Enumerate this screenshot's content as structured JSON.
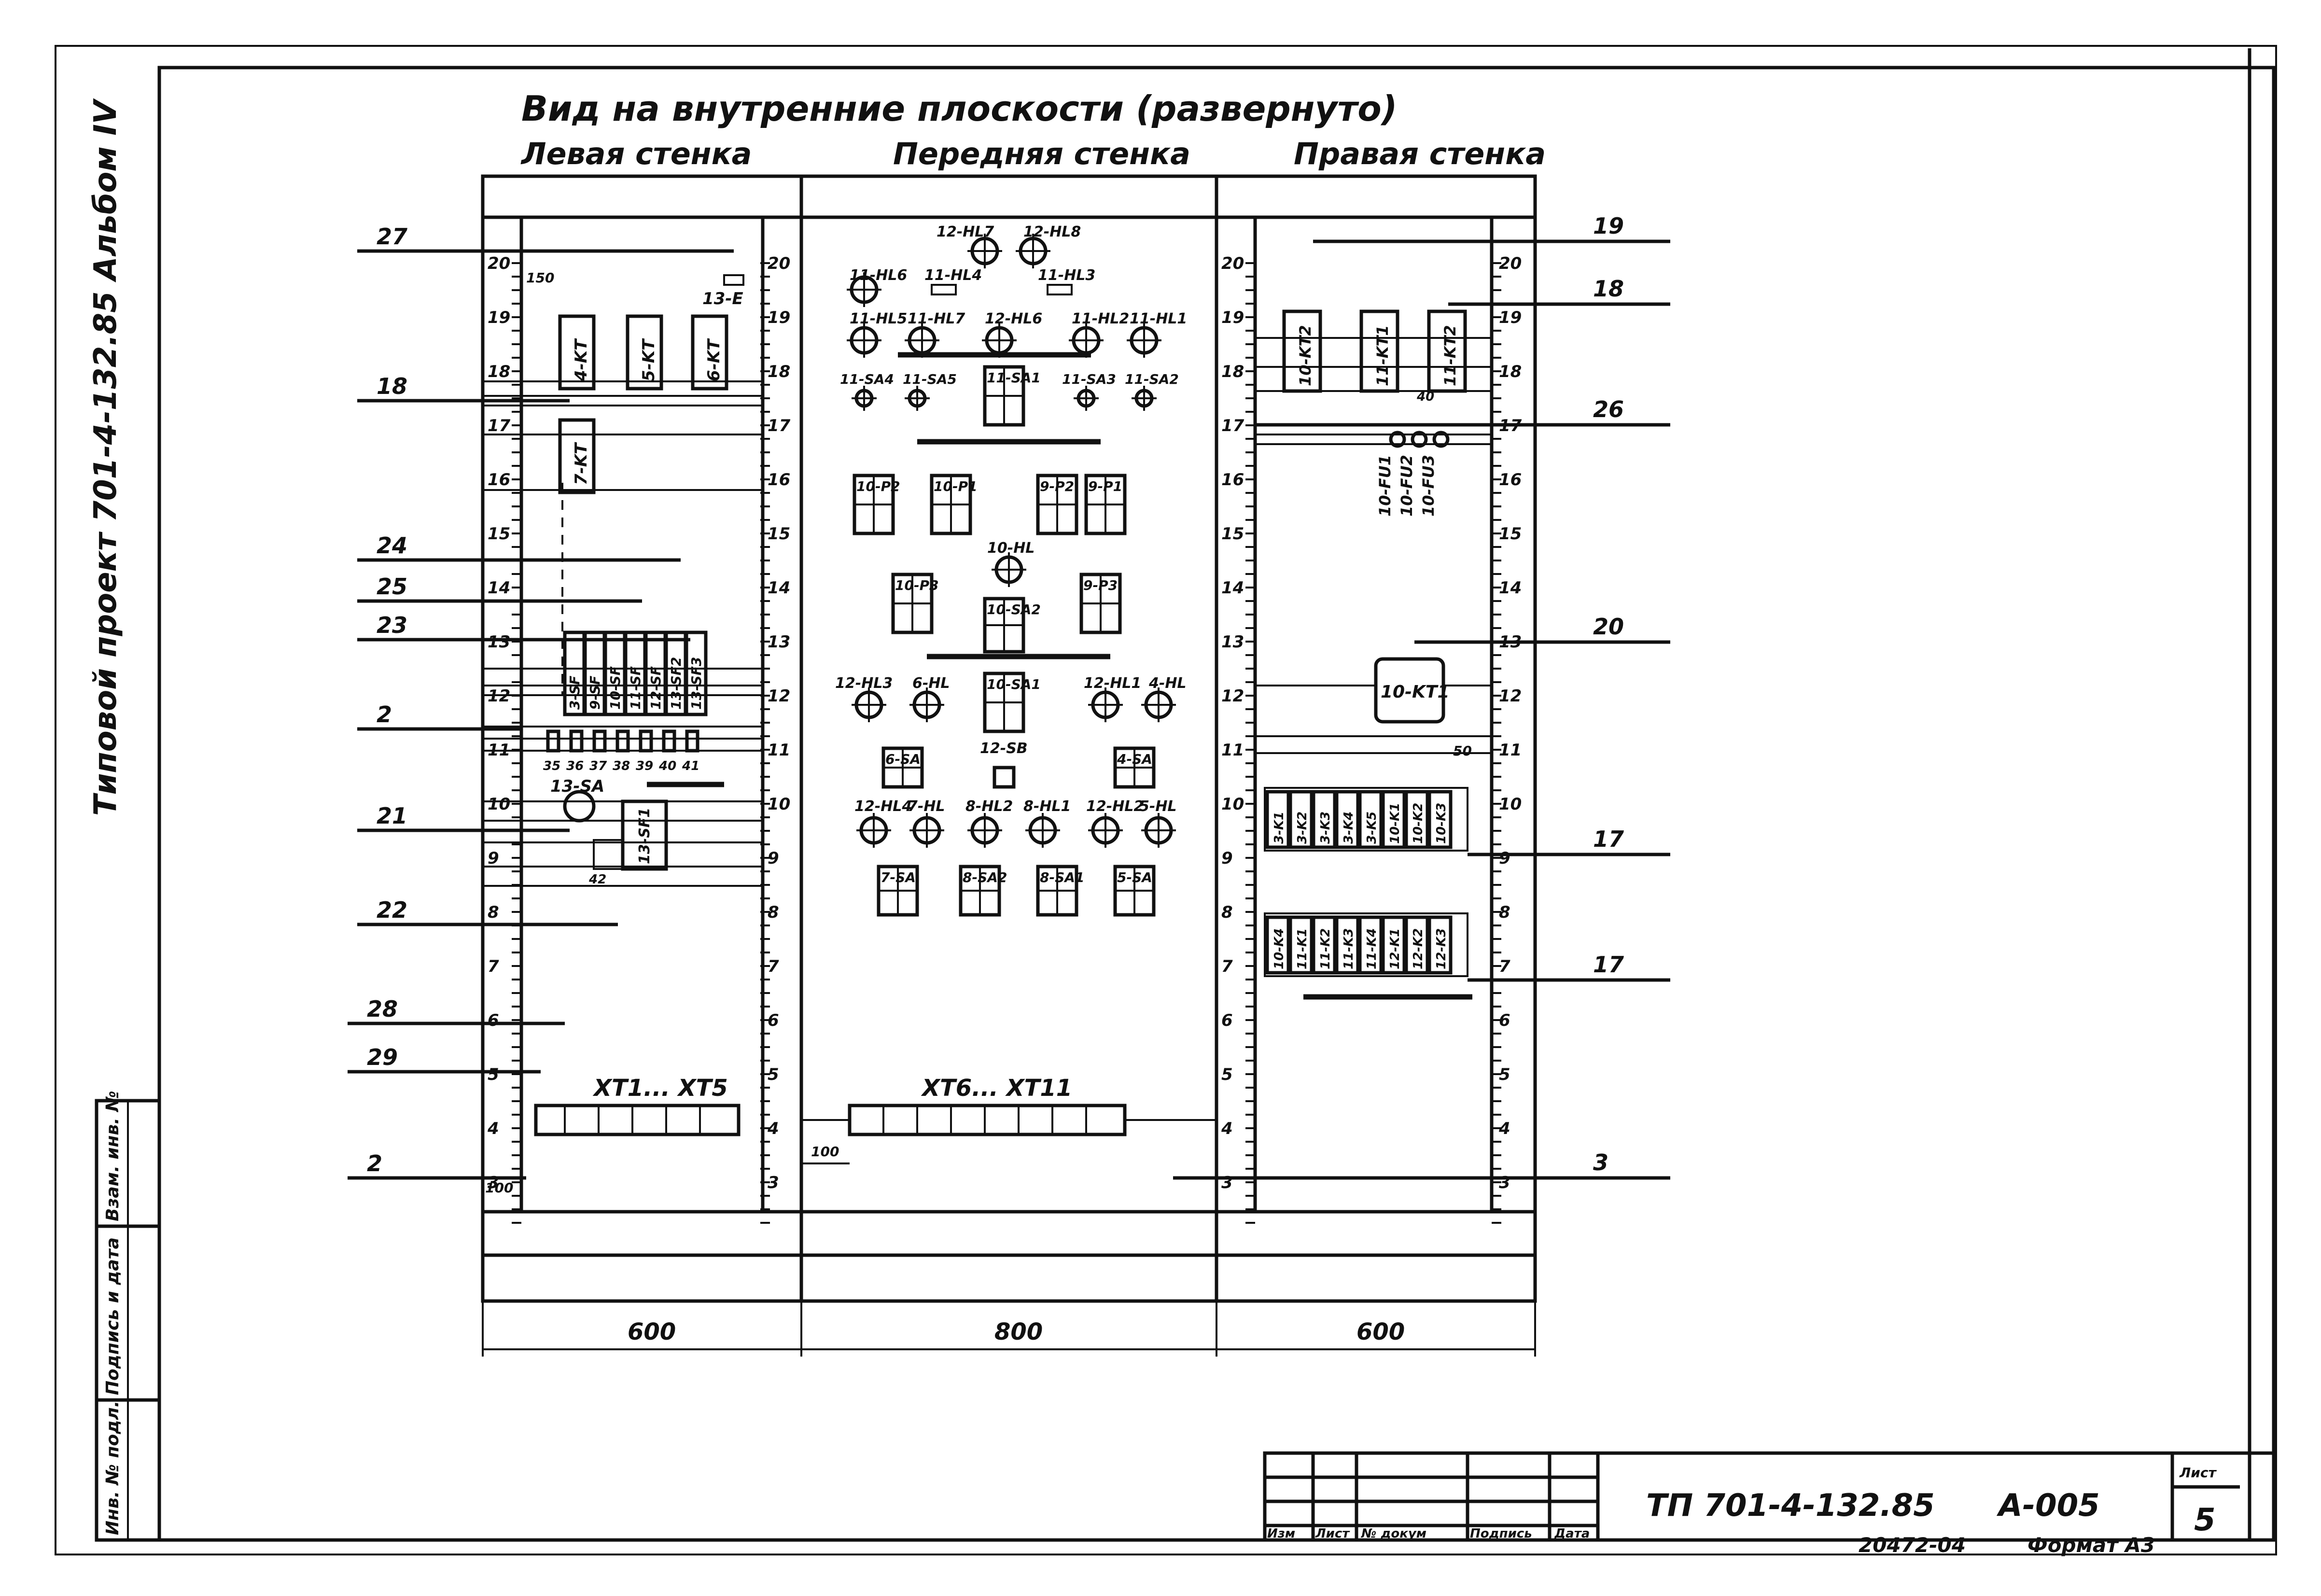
{
  "drawing": {
    "title": "Вид на внутренние плоскости (развернуто)",
    "side_label": "Типовой проект 701-4-132.85 Альбом IV",
    "walls": {
      "left": "Левая стенка",
      "front": "Передняя стенка",
      "right": "Правая стенка"
    },
    "dimensions": {
      "left": "600",
      "front": "800",
      "right": "600"
    },
    "scale_marks": [
      "20",
      "19",
      "18",
      "17",
      "16",
      "15",
      "14",
      "13",
      "12",
      "11",
      "10",
      "9",
      "8",
      "7",
      "6",
      "5",
      "4",
      "3"
    ],
    "small_dims": {
      "d150": "150",
      "d100": "100",
      "d50": "50",
      "d40": "40"
    },
    "terminals": {
      "left_strip": "XT1... XT5",
      "front_strip": "XT6... XT11"
    },
    "callouts_left": [
      "27",
      "18",
      "24",
      "25",
      "23",
      "2",
      "21",
      "22",
      "28",
      "29",
      "2"
    ],
    "callouts_right": [
      "19",
      "18",
      "26",
      "20",
      "17",
      "17",
      "3"
    ],
    "terminal_numbers": [
      "35",
      "36",
      "37",
      "38",
      "39",
      "40",
      "41",
      "42"
    ],
    "left_components": {
      "relays": [
        "4-KT",
        "5-KT",
        "6-KT",
        "7-KT"
      ],
      "fuse_label": "13-E",
      "switches": [
        "3-SF",
        "9-SF",
        "10-SF",
        "11-SF",
        "12-SF",
        "13-SF2",
        "13-SF3"
      ],
      "sa": "13-SA",
      "sf1": "13-SF1"
    },
    "front_components": {
      "row1": [
        "12-HL7",
        "12-HL8"
      ],
      "row2": [
        "11-HL6",
        "11-HL4",
        "11-HL3"
      ],
      "row3": [
        "11-HL5",
        "11-HL7",
        "12-HL6",
        "11-HL2",
        "11-HL1"
      ],
      "row4": [
        "11-SA4",
        "11-SA5",
        "11-SA1",
        "11-SA3",
        "11-SA2"
      ],
      "row5": [
        "10-P2",
        "10-P1",
        "9-P2",
        "9-P1"
      ],
      "hl": "10-HL",
      "row6": [
        "10-P3",
        "10-SA2",
        "9-P3"
      ],
      "row7": [
        "12-HL3",
        "6-HL",
        "10-SA1",
        "12-HL1",
        "4-HL"
      ],
      "row8": [
        "6-SA",
        "12-SB",
        "4-SA"
      ],
      "row9": [
        "12-HL4",
        "7-HL",
        "8-HL2",
        "8-HL1",
        "12-HL2",
        "5-HL"
      ],
      "row10": [
        "7-SA",
        "8-SA2",
        "8-SA1",
        "5-SA"
      ]
    },
    "right_components": {
      "relays": [
        "10-KT2",
        "11-KT1",
        "11-KT2"
      ],
      "fuses": [
        "10-FU1",
        "10-FU2",
        "10-FU3"
      ],
      "kt1": "10-KT1",
      "block1": [
        "3-K1",
        "3-K2",
        "3-K3",
        "3-K4",
        "3-K5",
        "10-K1",
        "10-K2",
        "10-K3"
      ],
      "block2": [
        "10-K4",
        "11-K1",
        "11-K2",
        "11-K3",
        "11-K4",
        "12-K1",
        "12-K2",
        "12-K3"
      ]
    }
  },
  "title_block": {
    "code": "ТП 701-4-132.85",
    "sheet_code": "А-005",
    "sheet_label": "Лист",
    "sheet_number": "5",
    "inventory": "20472-04",
    "format": "Формат А3",
    "columns": [
      "Изм",
      "Лист",
      "№ докум",
      "Подпись",
      "Дата"
    ],
    "stamp_fields": [
      "Инв. № подл.",
      "Подпись и дата",
      "Взам. инв. №"
    ]
  }
}
